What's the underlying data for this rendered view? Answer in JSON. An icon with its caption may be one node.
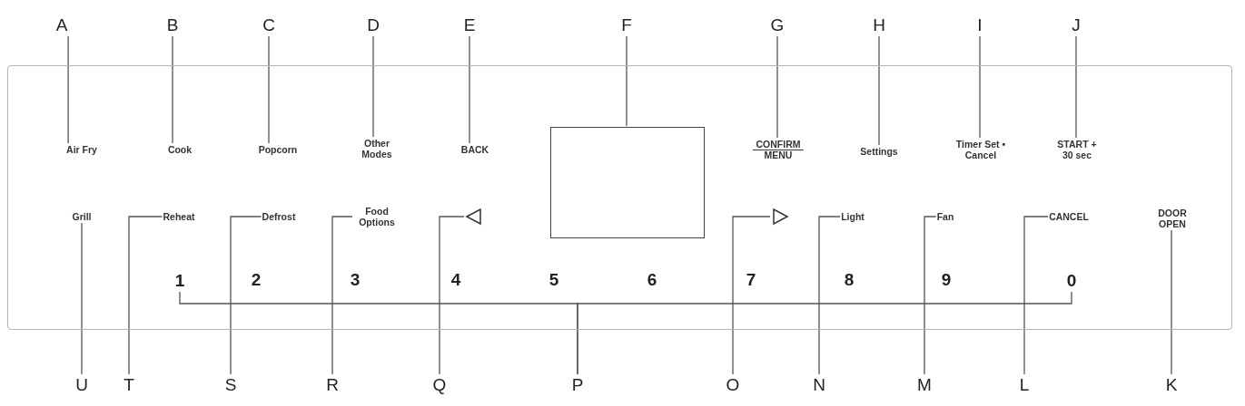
{
  "diagram": {
    "nodes": [
      {
        "text": [
          "A"
        ]
      },
      {
        "text": [
          "B"
        ]
      },
      {
        "text": [
          "C"
        ]
      },
      {
        "text": [
          "D"
        ]
      },
      {
        "text": [
          "E"
        ]
      },
      {
        "text": [
          "F"
        ]
      },
      {
        "text": [
          "G"
        ]
      },
      {
        "text": [
          "H"
        ]
      },
      {
        "text": [
          "I"
        ]
      },
      {
        "text": [
          "J"
        ]
      },
      {
        "text": [],
        "shape": "box"
      },
      {
        "text": [
          "Air Fry"
        ],
        "in": 10
      },
      {
        "text": [
          "Cook"
        ],
        "in": 10
      },
      {
        "text": [
          "Popcorn"
        ],
        "in": 10
      },
      {
        "text": [
          "Other Modes"
        ],
        "in": 10
      },
      {
        "text": [
          "BACK"
        ],
        "in": 10
      },
      {
        "text": [],
        "shape": "box",
        "in": 10
      },
      {
        "text": [
          "CONFIRM MENU"
        ],
        "in": 10
      },
      {
        "text": [
          "Settings"
        ],
        "in": 10
      },
      {
        "text": [
          "Timer Set • Cancel"
        ],
        "in": 10
      },
      {
        "text": [
          "START + 30 sec"
        ],
        "in": 10
      },
      {
        "text": [
          "Grill"
        ],
        "in": 10
      },
      {
        "text": [
          "Reheat"
        ],
        "in": 10
      },
      {
        "text": [
          "Defrost"
        ],
        "in": 10
      },
      {
        "text": [
          "Food Options"
        ],
        "in": 10
      },
      {
        "text": [],
        "shape": "triangle",
        "in": 10
      },
      {
        "text": [],
        "shape": "triangle",
        "in": 10
      },
      {
        "text": [
          "Light"
        ],
        "in": 10
      },
      {
        "text": [
          "Fan"
        ],
        "in": 10
      },
      {
        "text": [
          "CANCEL"
        ],
        "in": 10
      },
      {
        "text": [
          "DOOR OPEN"
        ],
        "in": 10
      },
      {
        "text": [
          "1"
        ],
        "in": 10
      },
      {
        "text": [
          "0"
        ],
        "in": 10
      },
      {
        "text": [
          "U"
        ]
      },
      {
        "text": [
          "T"
        ]
      },
      {
        "text": [
          "S"
        ]
      },
      {
        "text": [
          "R"
        ]
      },
      {
        "text": [
          "Q"
        ]
      },
      {
        "text": [
          "P"
        ]
      },
      {
        "text": [
          "O"
        ]
      },
      {
        "text": [
          "N"
        ]
      },
      {
        "text": [
          "M"
        ]
      },
      {
        "text": [
          "L"
        ]
      },
      {
        "text": [
          "K"
        ]
      }
    ],
    "edges": [
      {
        "from": 0,
        "to": 11,
        "arrow": "none"
      },
      {
        "from": 1,
        "to": 12,
        "arrow": "none"
      },
      {
        "from": 2,
        "to": 13,
        "arrow": "none"
      },
      {
        "from": 3,
        "to": 14,
        "arrow": "none"
      },
      {
        "from": 4,
        "to": 15,
        "arrow": "none"
      },
      {
        "from": 5,
        "to": 16,
        "arrow": "none"
      },
      {
        "from": 6,
        "to": 17,
        "arrow": "none"
      },
      {
        "from": 7,
        "to": 18,
        "arrow": "none"
      },
      {
        "from": 8,
        "to": 19,
        "arrow": "none"
      },
      {
        "from": 9,
        "to": 20,
        "arrow": "none"
      },
      {
        "from": 33,
        "to": 21,
        "arrow": "none"
      },
      {
        "from": 34,
        "to": 22,
        "arrow": "none"
      },
      {
        "from": 35,
        "to": 23,
        "arrow": "none"
      },
      {
        "from": 36,
        "to": 24,
        "arrow": "none"
      },
      {
        "from": 37,
        "to": 25,
        "arrow": "none"
      },
      {
        "from": 38,
        "to": 31,
        "arrow": "none"
      },
      {
        "from": 38,
        "to": 32,
        "arrow": "none"
      },
      {
        "from": 39,
        "to": 26,
        "arrow": "none"
      },
      {
        "from": 40,
        "to": 27,
        "arrow": "none"
      },
      {
        "from": 41,
        "to": 28,
        "arrow": "none"
      },
      {
        "from": 42,
        "to": 29,
        "arrow": "none"
      },
      {
        "from": 43,
        "to": 30,
        "arrow": "none"
      }
    ],
    "labels": [
      "2",
      "3",
      "4",
      "5",
      "6",
      "7",
      "8",
      "9"
    ]
  }
}
